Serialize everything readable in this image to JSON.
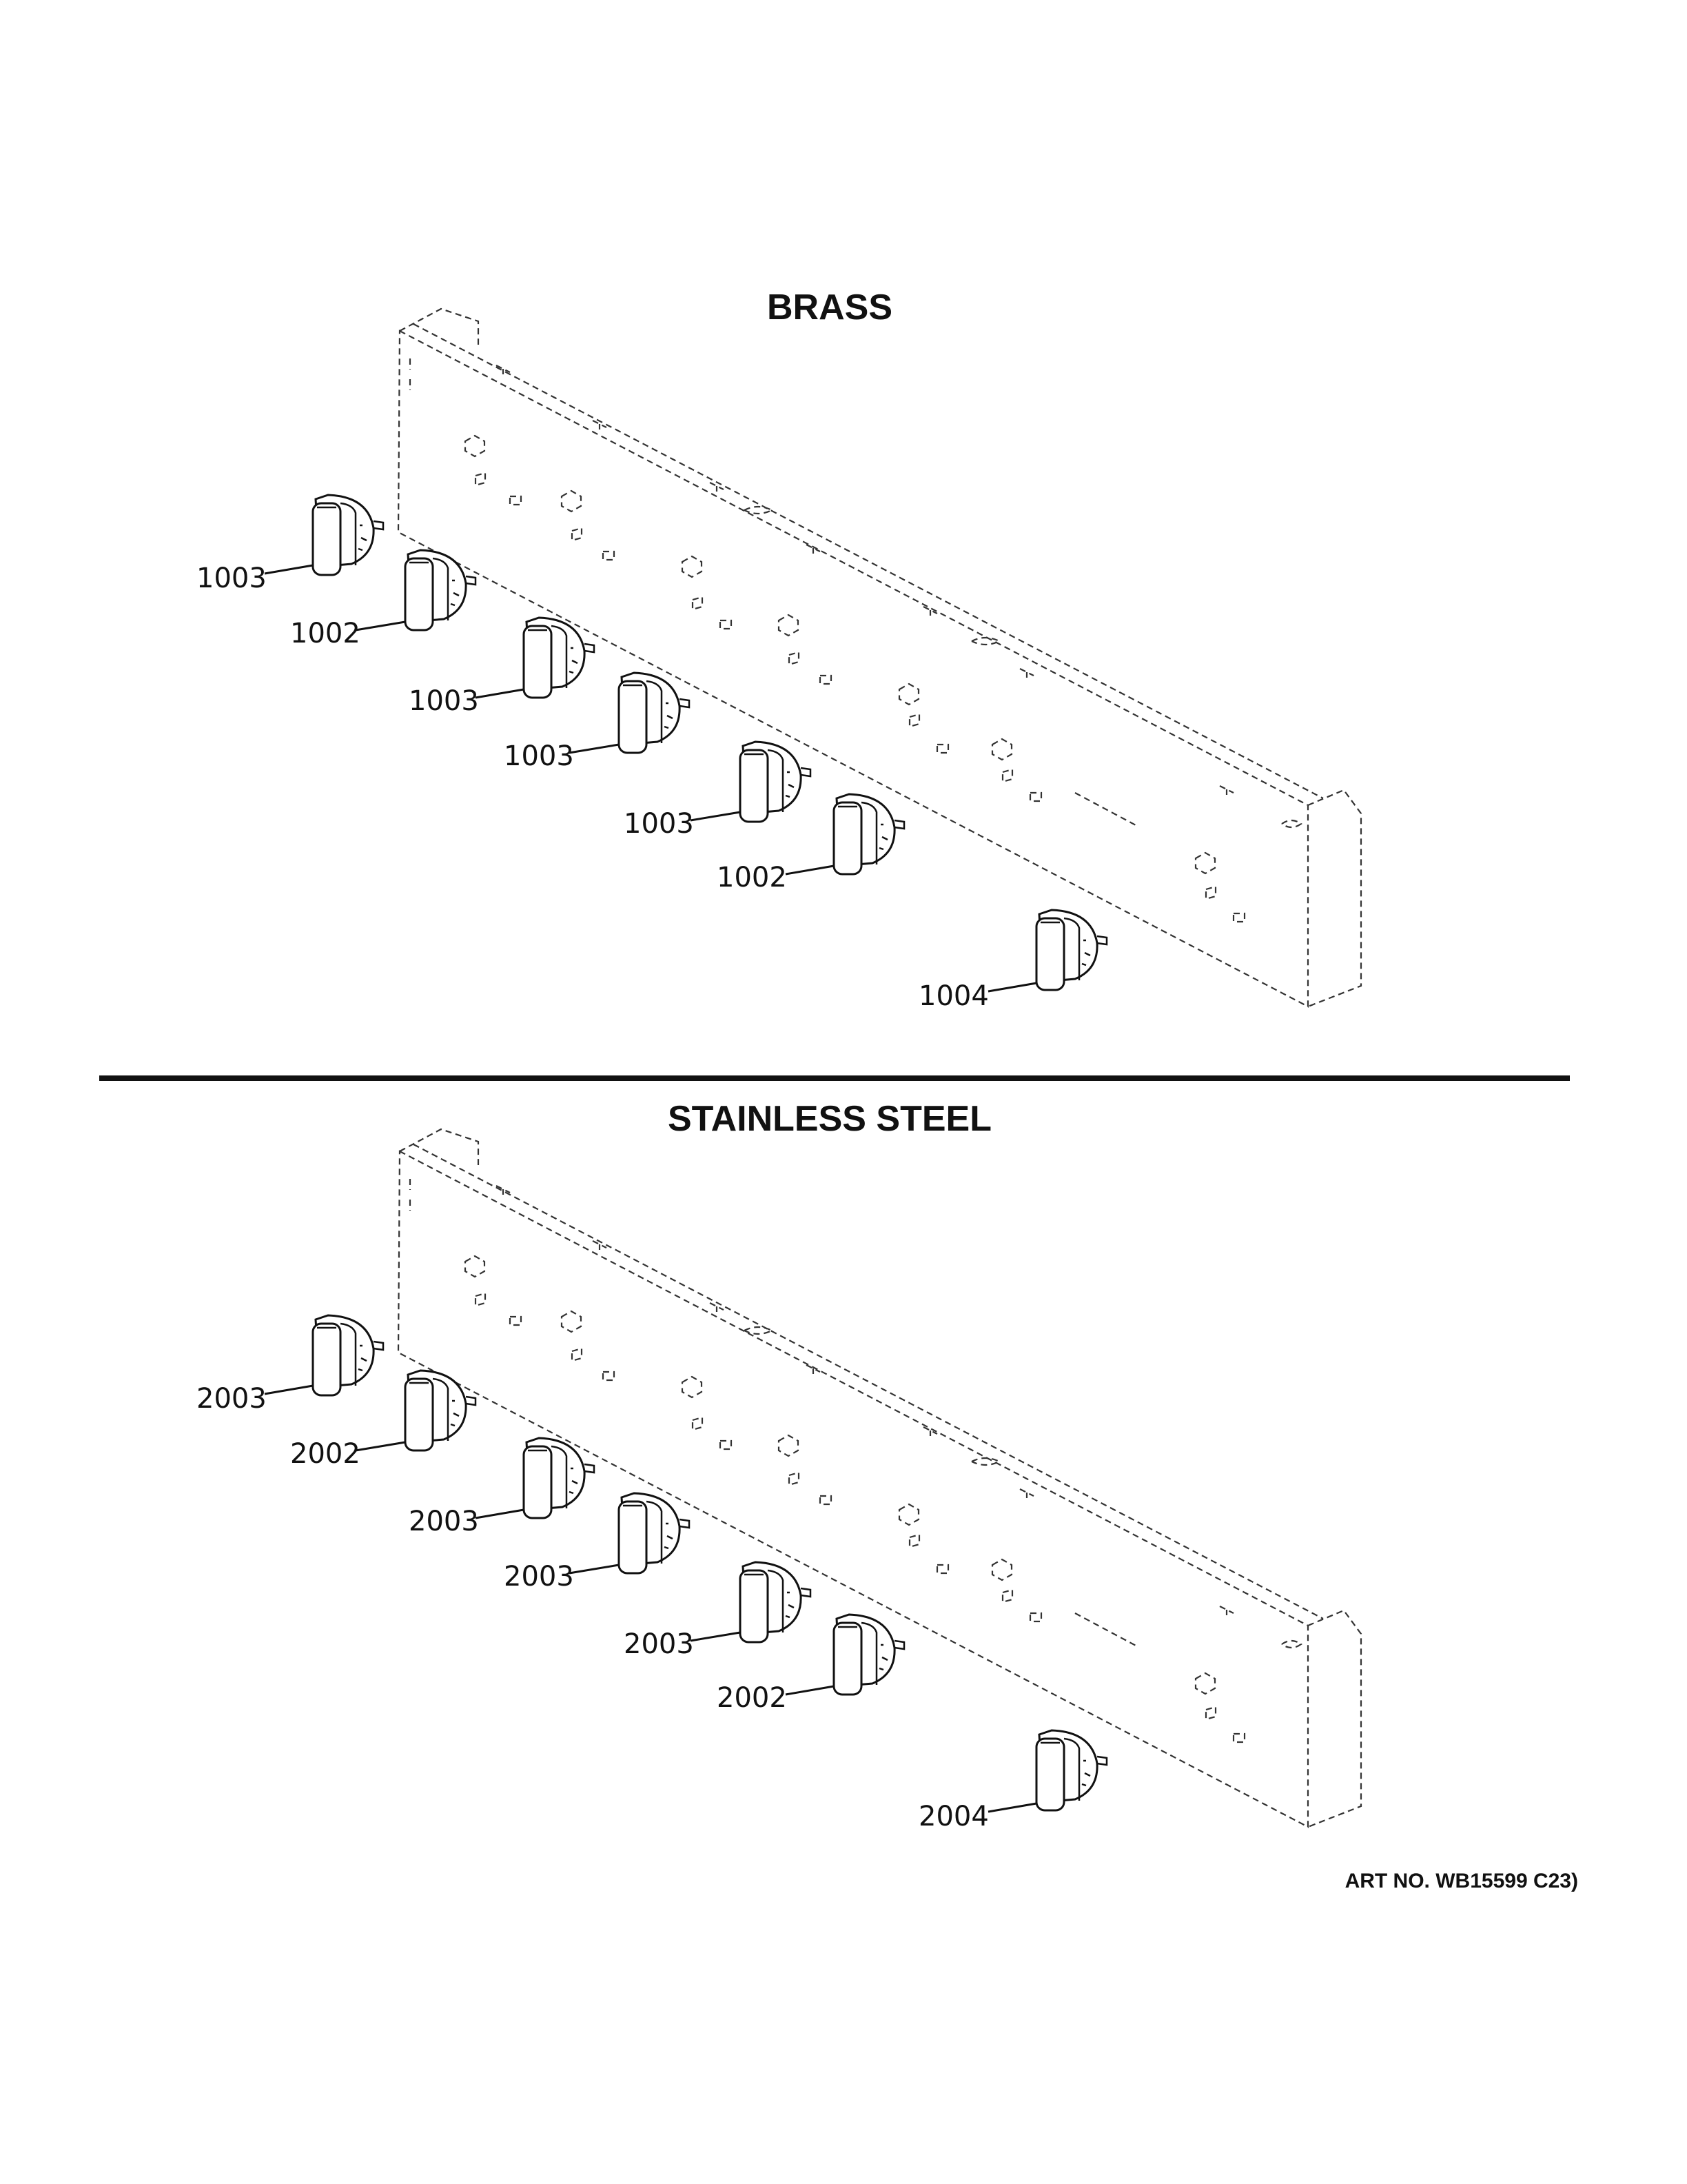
{
  "sections": [
    {
      "title": "BRASS",
      "callouts": [
        "1003",
        "1002",
        "1003",
        "1003",
        "1003",
        "1002",
        "1004"
      ]
    },
    {
      "title": "STAINLESS STEEL",
      "callouts": [
        "2003",
        "2002",
        "2003",
        "2003",
        "2003",
        "2002",
        "2004"
      ]
    }
  ],
  "art_number": "ART NO. WB15599 C23)",
  "colors": {
    "ink": "#111111",
    "background": "#ffffff"
  }
}
